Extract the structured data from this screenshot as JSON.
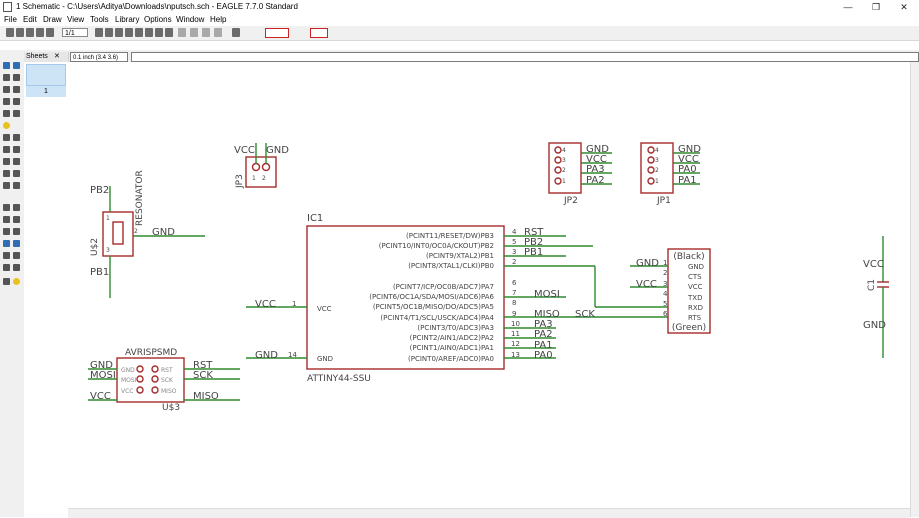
{
  "window": {
    "title": "1 Schematic - C:\\Users\\Aditya\\Downloads\\nputsch.sch - EAGLE 7.7.0 Standard",
    "controls": [
      "—",
      "❐",
      "✕"
    ]
  },
  "menu": [
    "File",
    "Edit",
    "Draw",
    "View",
    "Tools",
    "Library",
    "Options",
    "Window",
    "Help"
  ],
  "toolbar": {
    "sheet_select": "1/1"
  },
  "command": {
    "grid_coord": "0.1 inch (3.4 3.6)",
    "input": ""
  },
  "sheets_panel": {
    "title": "Sheets",
    "sheet": "1"
  },
  "colors": {
    "part": "#a52a2a",
    "net": "#2e8b2e",
    "text": "#444444",
    "background": "#ffffff"
  },
  "schematic": {
    "jp3": {
      "vcc": "VCC",
      "gnd": "GND",
      "name": "JP3",
      "pin1": "1",
      "pin2": "2"
    },
    "jp2": {
      "name": "JP2",
      "pins": [
        "4",
        "3",
        "2",
        "1"
      ],
      "nets": [
        "GND",
        "VCC",
        "PA3",
        "PA2"
      ]
    },
    "jp1": {
      "name": "JP1",
      "pins": [
        "4",
        "3",
        "2",
        "1"
      ],
      "nets": [
        "GND",
        "VCC",
        "PA0",
        "PA1"
      ]
    },
    "resonator": {
      "value": "RESONATOR",
      "name": "U$2",
      "top_net": "PB2",
      "bottom_net": "PB1",
      "gnd": "GND",
      "pin1": "1",
      "pin2": "2",
      "pin3": "3"
    },
    "ic1": {
      "name": "IC1",
      "value": "ATTINY44-SSU",
      "vcc_label": "VCC",
      "gnd_label": "GND",
      "vcc_pin": "1",
      "gnd_pin": "14",
      "left_nets": [
        "VCC",
        "GND"
      ],
      "pins": [
        {
          "label": "(PCINT11/RESET/DW)PB3",
          "num": "4",
          "net": "RST"
        },
        {
          "label": "(PCINT10/INT0/OC0A/CKOUT)PB2",
          "num": "5",
          "net": "PB2"
        },
        {
          "label": "(PCINT9/XTAL2)PB1",
          "num": "3",
          "net": "PB1"
        },
        {
          "label": "(PCINT8/XTAL1/CLKI)PB0",
          "num": "2",
          "net": ""
        },
        {
          "label": "(PCINT7/ICP/OC0B/ADC7)PA7",
          "num": "6",
          "net": ""
        },
        {
          "label": "(PCINT6/OC1A/SDA/MOSI/ADC6)PA6",
          "num": "7",
          "net": "MOSI"
        },
        {
          "label": "(PCINT5/OC1B/MISO/DO/ADC5)PA5",
          "num": "8",
          "net": ""
        },
        {
          "label": "(PCINT4/T1/SCL/USCK/ADC4)PA4",
          "num": "9",
          "net": "MISO"
        },
        {
          "label": "(PCINT3/T0/ADC3)PA3",
          "num": "10",
          "net": "PA3"
        },
        {
          "label": "(PCINT2/AIN1/ADC2)PA2",
          "num": "11",
          "net": "PA2"
        },
        {
          "label": "(PCINT1/AIN0/ADC1)PA1",
          "num": "12",
          "net": "PA1"
        },
        {
          "label": "(PCINT0/AREF/ADC0)PA0",
          "num": "13",
          "net": "PA0"
        }
      ],
      "sck_net": "SCK"
    },
    "ftdi": {
      "top": "(Black)",
      "bottom": "(Green)",
      "pins": [
        "GND",
        "CTS",
        "VCC",
        "TXD",
        "RXD",
        "RTS"
      ],
      "nums": [
        "1",
        "2",
        "3",
        "4",
        "5",
        "6"
      ],
      "nets": [
        "GND",
        "VCC"
      ]
    },
    "avrisp": {
      "value": "AVRISPSMD",
      "name": "U$3",
      "left_pins": [
        "GND",
        "MOSI",
        "VCC"
      ],
      "right_pins": [
        "RST",
        "SCK",
        "MISO"
      ],
      "left_nets": [
        "GND",
        "MOSI",
        "VCC"
      ],
      "right_nets": [
        "RST",
        "SCK",
        "MISO"
      ]
    },
    "c1": {
      "name": "C1",
      "vcc": "VCC",
      "gnd": "GND"
    }
  }
}
